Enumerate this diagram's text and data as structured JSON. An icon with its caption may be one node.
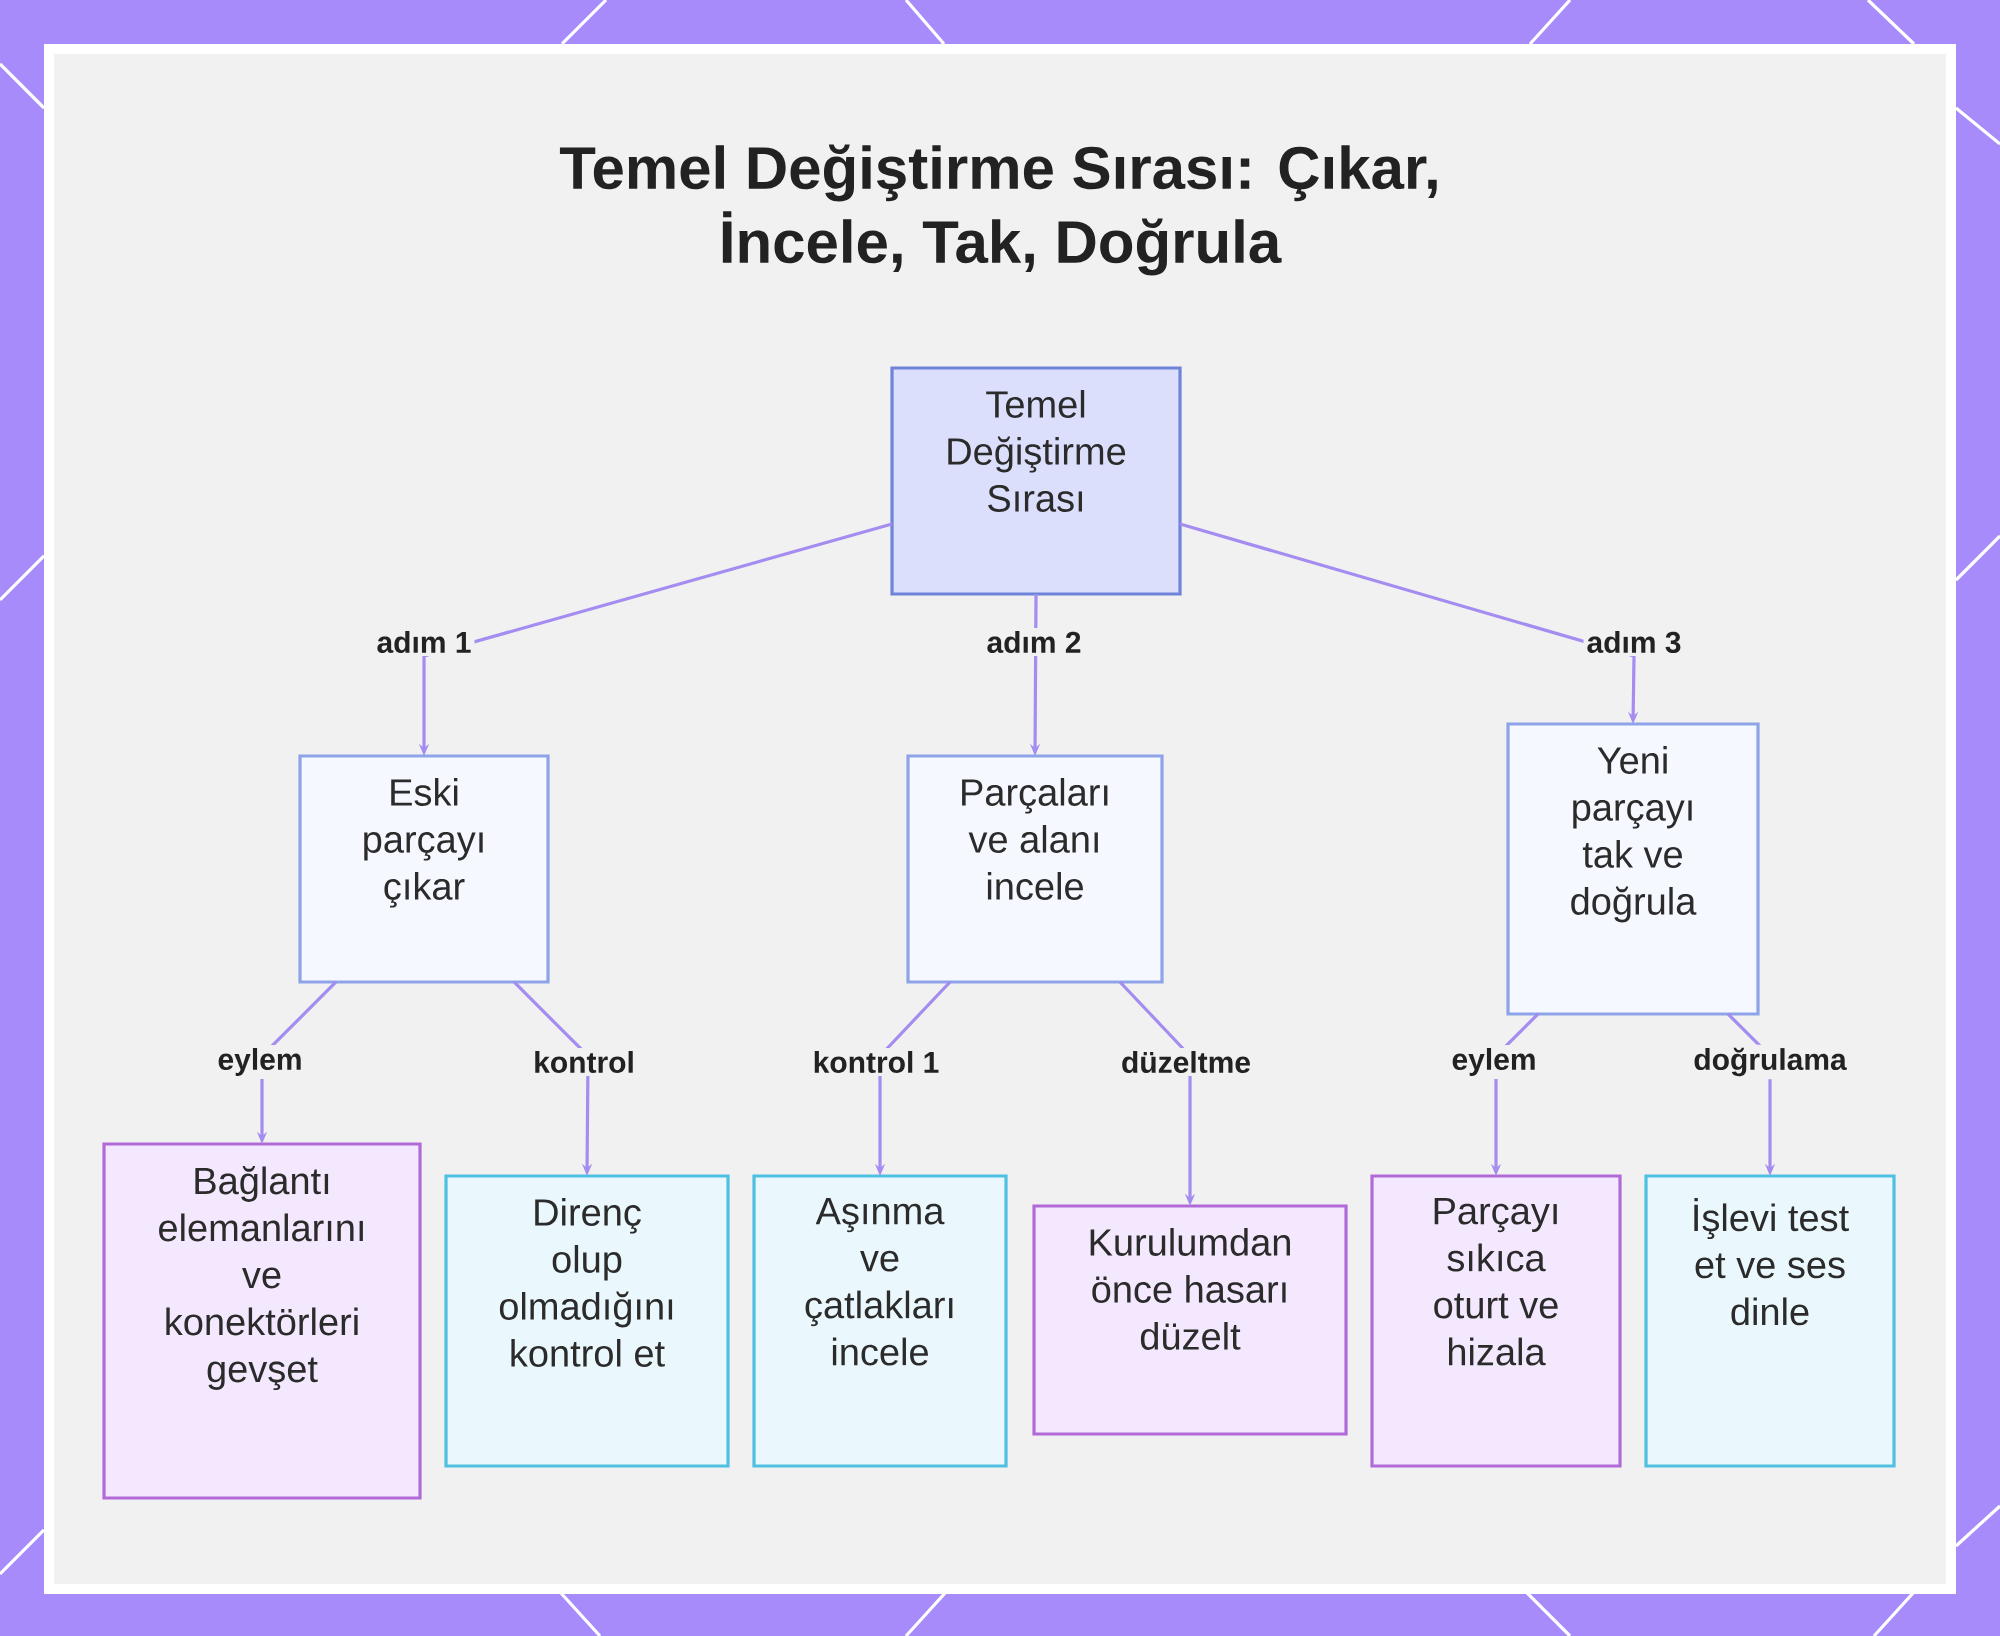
{
  "diagram": {
    "title": "Temel Değiştirme Sırası: Çıkar, İncele, Tak, Doğrula",
    "nodes": [
      {
        "text": [
          "Temel Değiştirme Sırası"
        ]
      },
      {
        "text": [
          "Eski parçayı çıkar"
        ]
      },
      {
        "text": [
          "Parçaları ve alanı incele"
        ]
      },
      {
        "text": [
          "Yeni parçayı tak ve doğrula"
        ]
      },
      {
        "text": [
          "Bağlantı elemanlarını ve konektörleri gevşet"
        ]
      },
      {
        "text": [
          "Direnç olup olmadığını kontrol et"
        ]
      },
      {
        "text": [
          "Aşınma ve çatlakları incele"
        ]
      },
      {
        "text": [
          "Kurulumdan önce hasarı düzelt"
        ]
      },
      {
        "text": [
          "Parçayı sıkıca oturt ve hizala"
        ]
      },
      {
        "text": [
          "İşlevi test et ve ses dinle"
        ]
      }
    ],
    "edges": [
      {
        "from": 0,
        "to": 1,
        "arrow": "to",
        "label": "adım 1"
      },
      {
        "from": 0,
        "to": 2,
        "arrow": "to",
        "label": "adım 2"
      },
      {
        "from": 0,
        "to": 3,
        "arrow": "to",
        "label": "adım 3"
      },
      {
        "from": 1,
        "to": 4,
        "arrow": "to",
        "label": "eylem"
      },
      {
        "from": 1,
        "to": 5,
        "arrow": "to",
        "label": "kontrol"
      },
      {
        "from": 2,
        "to": 6,
        "arrow": "to",
        "label": "kontrol 1"
      },
      {
        "from": 2,
        "to": 7,
        "arrow": "to",
        "label": "düzeltme"
      },
      {
        "from": 3,
        "to": 8,
        "arrow": "to",
        "label": "eylem"
      },
      {
        "from": 3,
        "to": 9,
        "arrow": "to",
        "label": "doğrulama"
      }
    ]
  }
}
